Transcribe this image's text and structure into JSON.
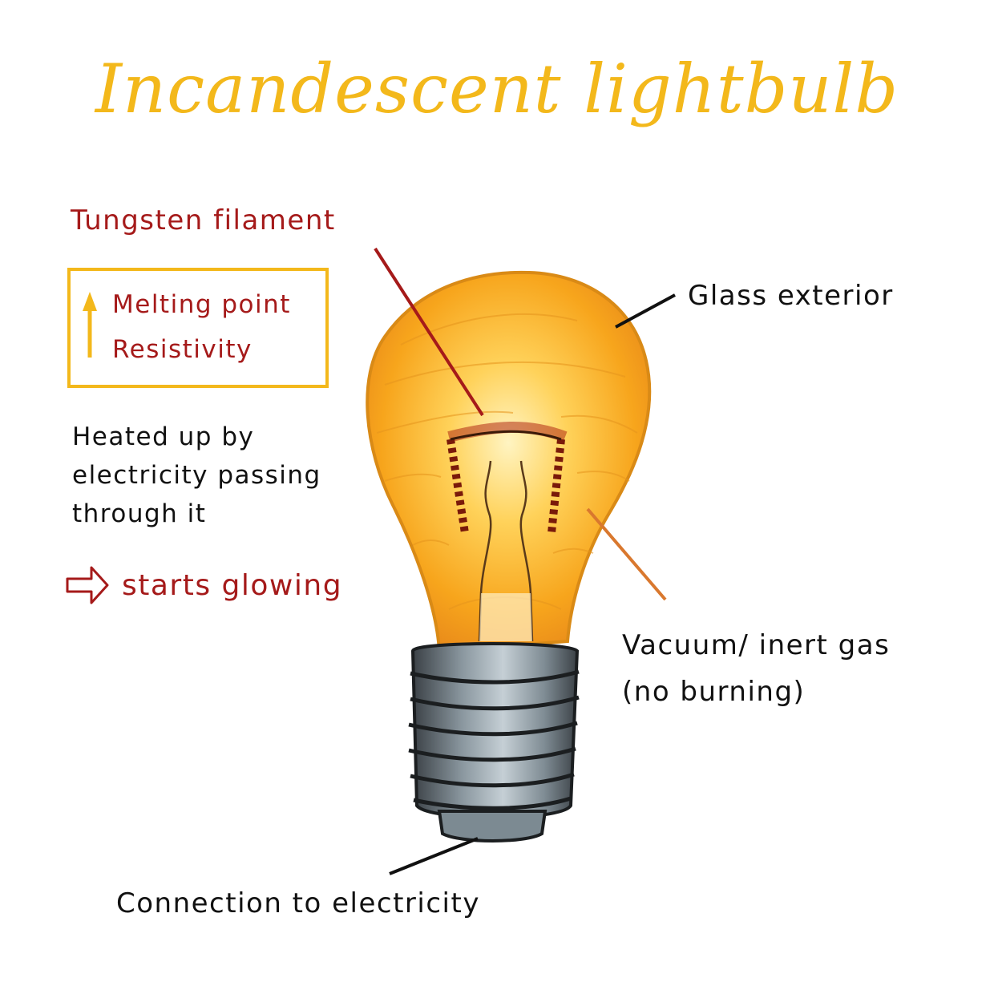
{
  "title": "Incandescent lightbulb",
  "labels": {
    "filament": "Tungsten filament",
    "glass": "Glass exterior",
    "vacuum_line1": "Vacuum/ inert gas",
    "vacuum_line2": "(no burning)",
    "connection": "Connection to electricity"
  },
  "properties_box": {
    "items": [
      "Melting point",
      "Resistivity"
    ]
  },
  "explanation": {
    "lines": [
      "Heated up by",
      "electricity passing",
      "through it"
    ],
    "result": "starts glowing"
  },
  "colors": {
    "title": "#f3b81b",
    "accent_red": "#a51a1a",
    "text": "#111111",
    "bulb_glow": "#f7b32b",
    "vacuum_leader": "#d9782e",
    "base_gray": "#6f7d86"
  },
  "icons": {
    "up_arrow": "up-arrow-icon",
    "result_arrow": "right-hollow-arrow-icon",
    "bulb": "lightbulb-illustration"
  }
}
